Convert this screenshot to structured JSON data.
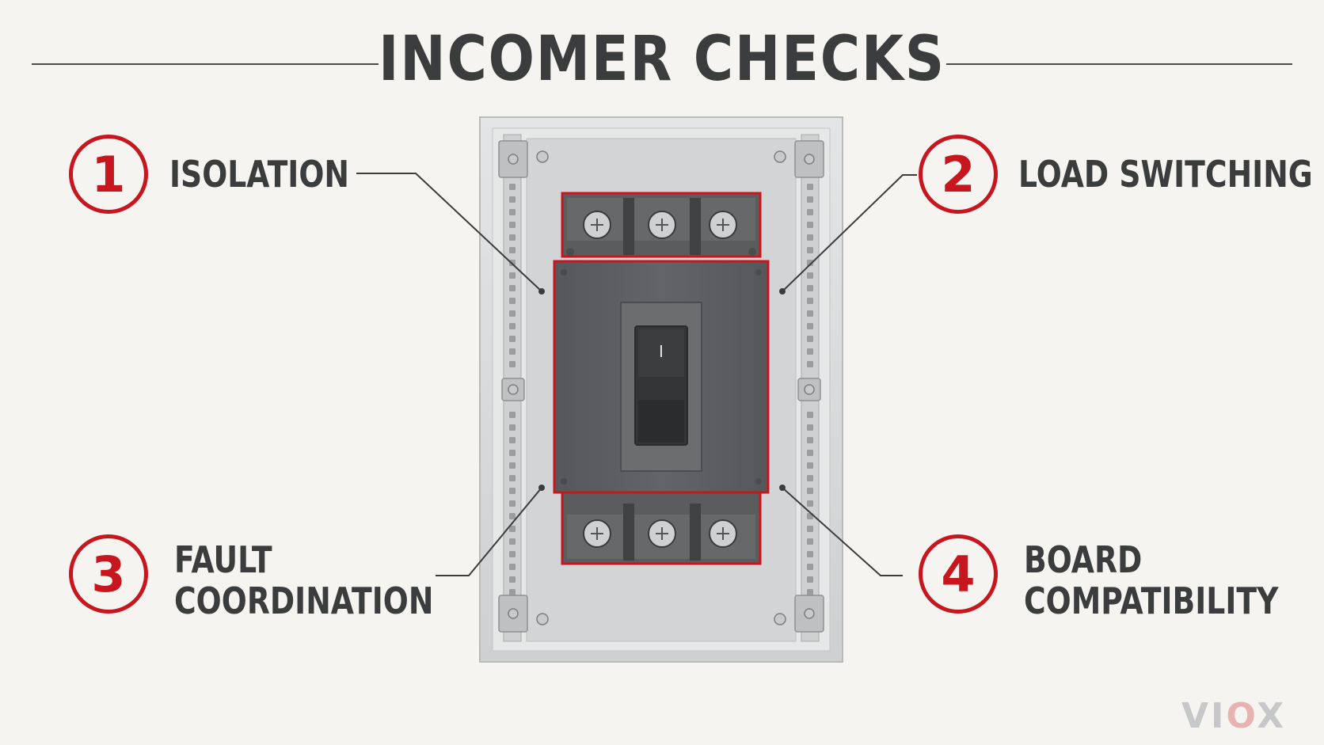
{
  "title": "INCOMER CHECKS",
  "callouts": [
    {
      "number": "1",
      "label_lines": [
        "ISOLATION"
      ]
    },
    {
      "number": "2",
      "label_lines": [
        "LOAD SWITCHING"
      ]
    },
    {
      "number": "3",
      "label_lines": [
        "FAULT",
        "COORDINATION"
      ]
    },
    {
      "number": "4",
      "label_lines": [
        "BOARD",
        "COMPATIBILITY"
      ]
    }
  ],
  "breaker": {
    "handle_mark": "I"
  },
  "watermark": {
    "prefix": "VI",
    "o": "O",
    "suffix": "X"
  },
  "colors": {
    "accent": "#c8161e",
    "title_text": "#3b3c3d",
    "background": "#f5f4f0",
    "breaker_body": "#5c5e60",
    "enclosure": "#dcddde"
  },
  "icons": [
    "circle-number-badge",
    "screw-terminal",
    "rocker-handle"
  ]
}
